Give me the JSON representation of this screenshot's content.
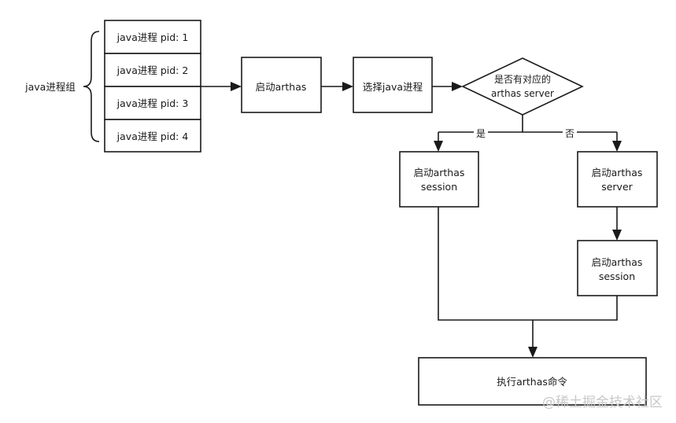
{
  "diagram": {
    "group_label": "java进程组",
    "processes": [
      "java进程 pid: 1",
      "java进程 pid: 2",
      "java进程 pid: 3",
      "java进程 pid: 4"
    ],
    "start_arthas": "启动arthas",
    "select_process": "选择java进程",
    "decision": {
      "line1": "是否有对应的",
      "line2": "arthas server"
    },
    "branch_yes": "是",
    "branch_no": "否",
    "start_session_left": {
      "line1": "启动arthas",
      "line2": "session"
    },
    "start_server": {
      "line1": "启动arthas",
      "line2": "server"
    },
    "start_session_right": {
      "line1": "启动arthas",
      "line2": "session"
    },
    "execute_command": "执行arthas命令"
  },
  "watermark": "@稀土掘金技术社区",
  "colors": {
    "stroke": "#1a1a1a",
    "background": "#ffffff",
    "watermark": "#c8c8c8"
  }
}
